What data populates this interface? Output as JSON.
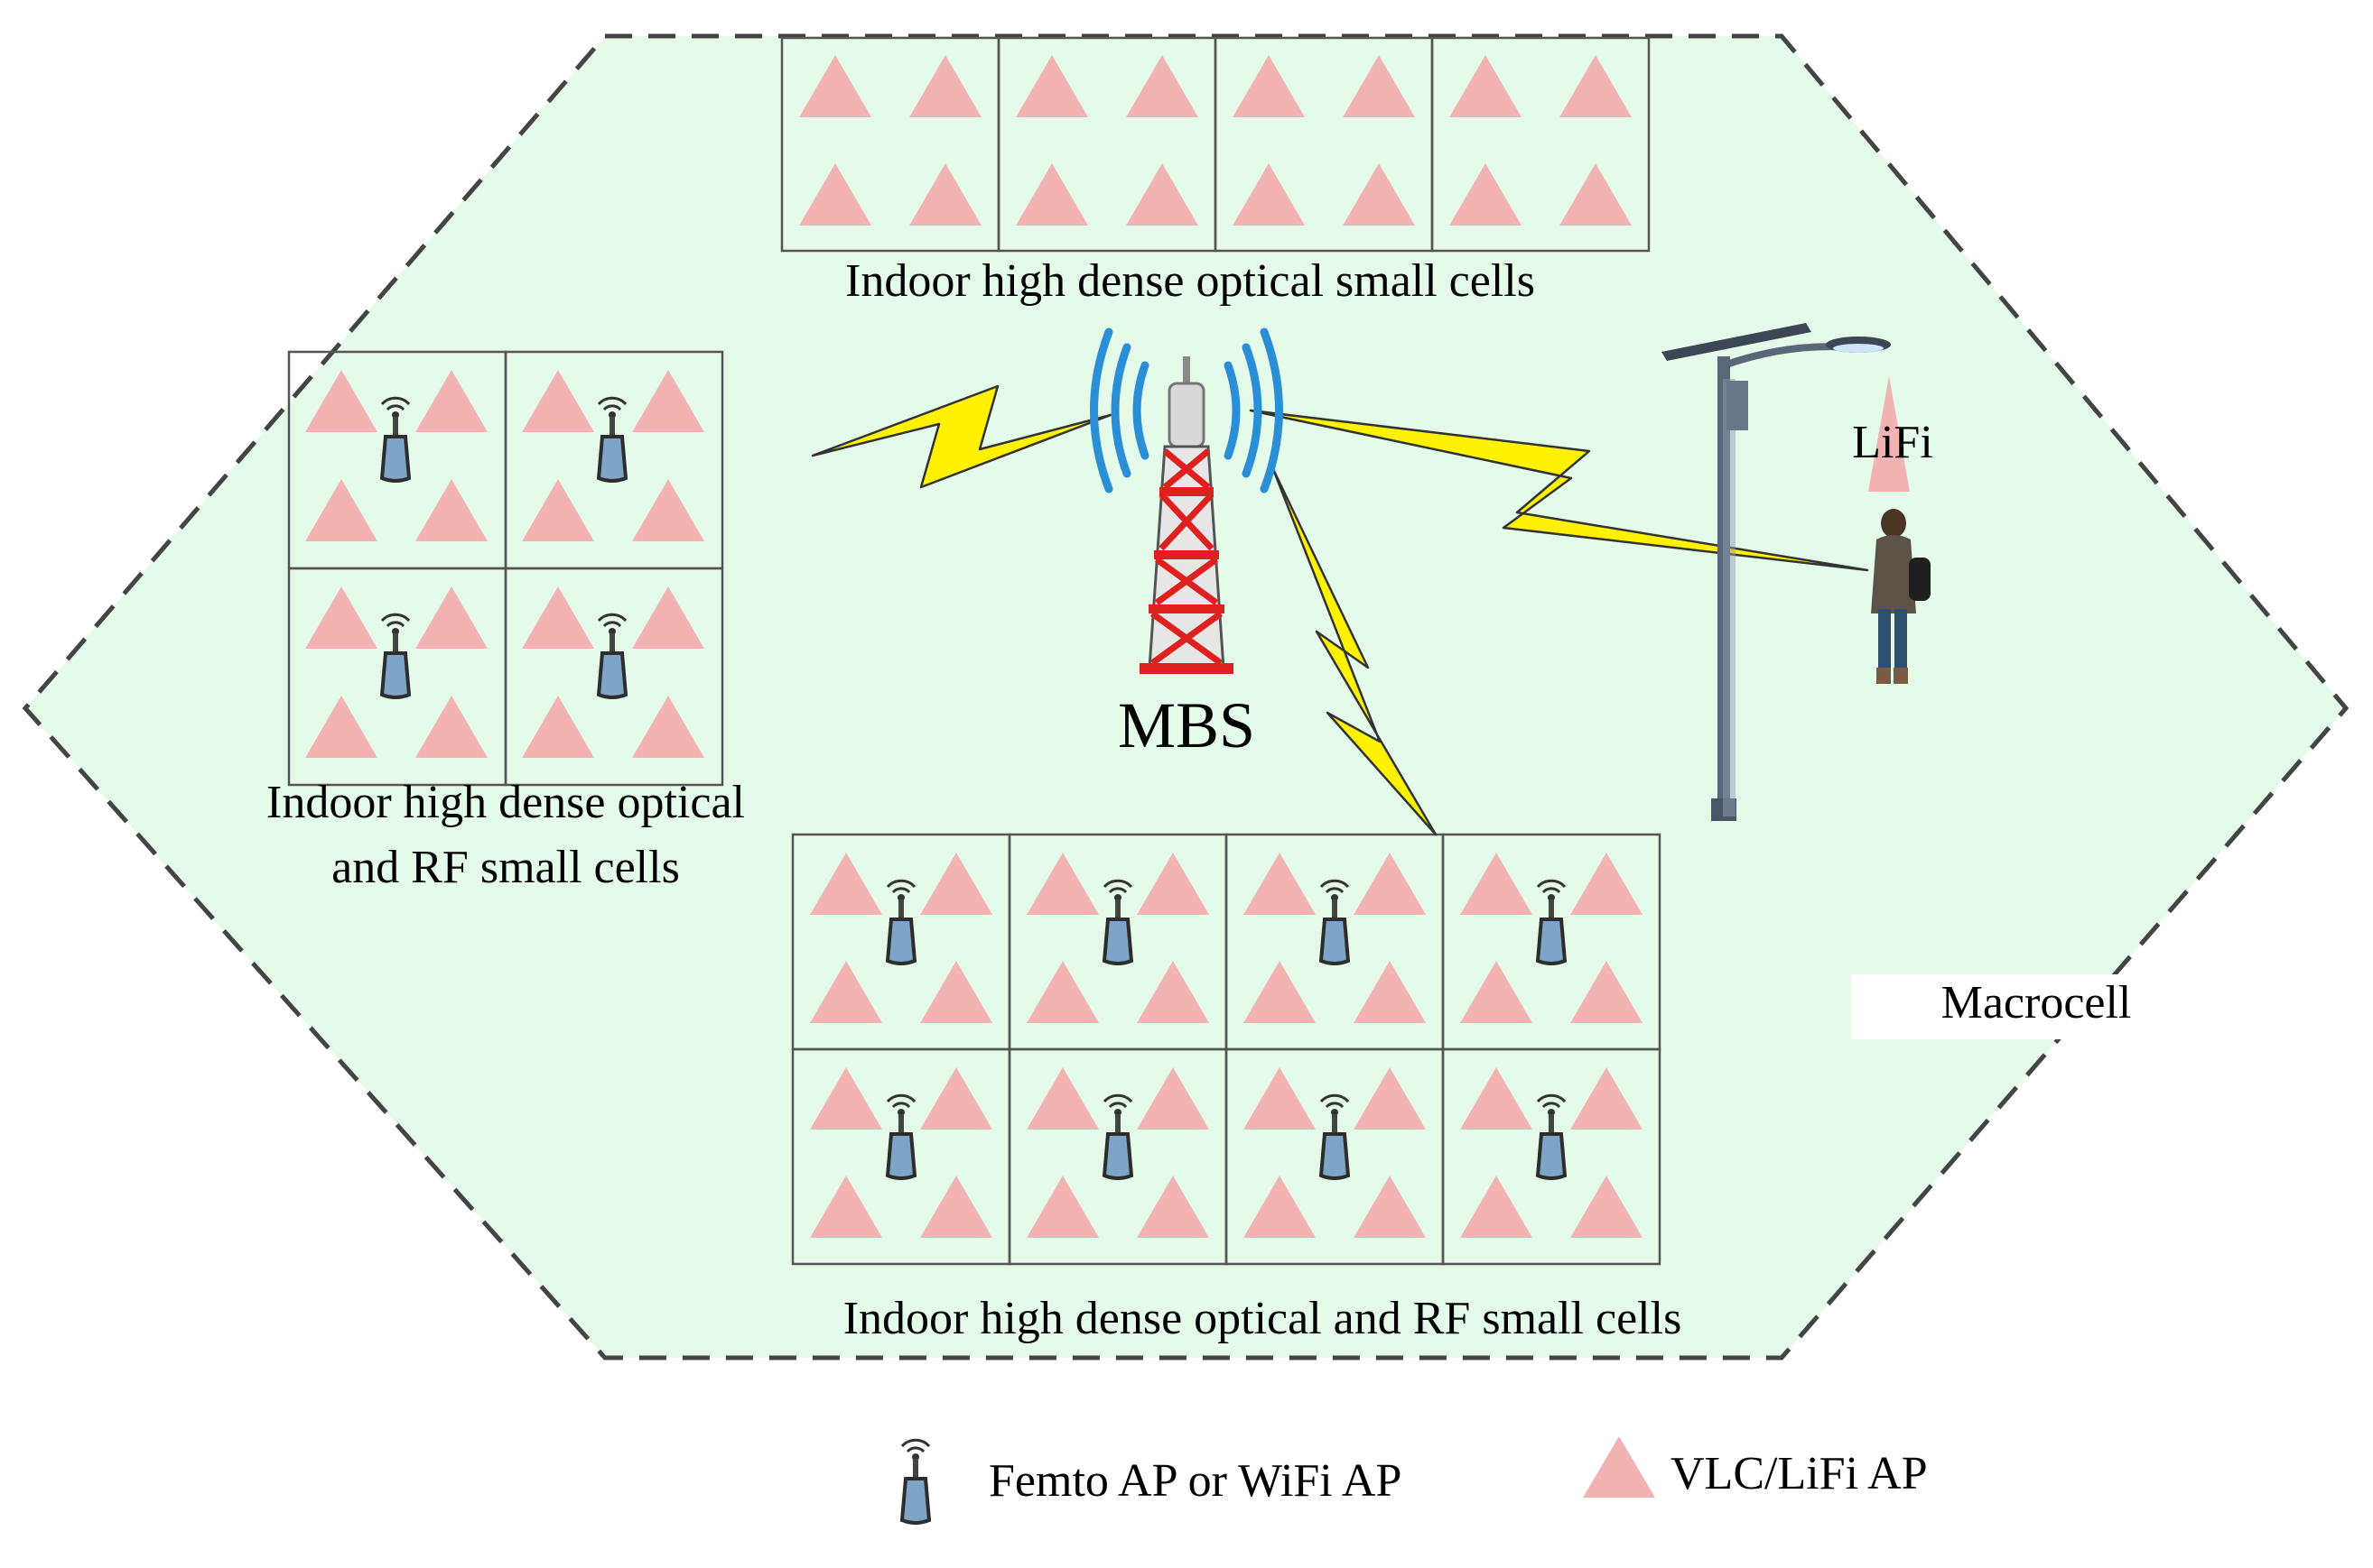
{
  "labels": {
    "top_group": "Indoor high dense optical small cells",
    "left_group_line1": "Indoor high dense optical",
    "left_group_line2": "and RF small cells",
    "bottom_group": "Indoor high dense optical and RF small cells",
    "mbs": "MBS",
    "lifi": "LiFi",
    "macrocell": "Macrocell"
  },
  "legend": {
    "femto_label": "Femto AP or WiFi AP",
    "femto_icon": "antenna-icon",
    "vlc_label": "VLC/LiFi AP",
    "vlc_icon": "triangle-icon"
  },
  "colors": {
    "macrocell_fill": "#e5fbea",
    "triangle_fill": "#f4b3b3",
    "antenna_fill": "#7ea4c8",
    "lightning_fill": "#fff200",
    "tower_red": "#e0201f",
    "signal_blue": "#2b8fd8"
  }
}
